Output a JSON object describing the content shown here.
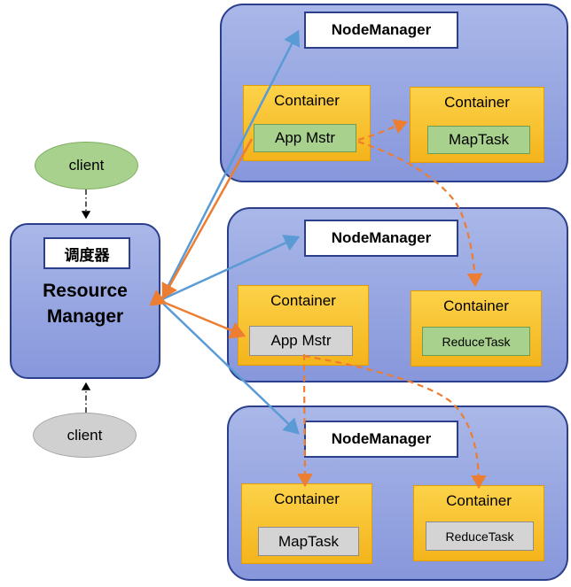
{
  "resource_manager": {
    "scheduler_label": "调度器",
    "title_line1": "Resource",
    "title_line2": "Manager"
  },
  "clients": {
    "top": "client",
    "bottom": "client"
  },
  "nodes": [
    {
      "manager": "NodeManager",
      "containers": [
        {
          "label": "Container",
          "task": "App Mstr"
        },
        {
          "label": "Container",
          "task": "MapTask"
        }
      ]
    },
    {
      "manager": "NodeManager",
      "containers": [
        {
          "label": "Container",
          "task": "App Mstr"
        },
        {
          "label": "Container",
          "task": "ReduceTask"
        }
      ]
    },
    {
      "manager": "NodeManager",
      "containers": [
        {
          "label": "Container",
          "task": "MapTask"
        },
        {
          "label": "Container",
          "task": "ReduceTask"
        }
      ]
    }
  ],
  "colors": {
    "node_fill": "#8797db",
    "node_border": "#2b3f8c",
    "container_fill": "#f4b41c",
    "green_task": "#a9d18e",
    "grey_task": "#d4d4d4",
    "blue_arrow": "#5b9bd5",
    "orange_arrow": "#ed7d31"
  }
}
